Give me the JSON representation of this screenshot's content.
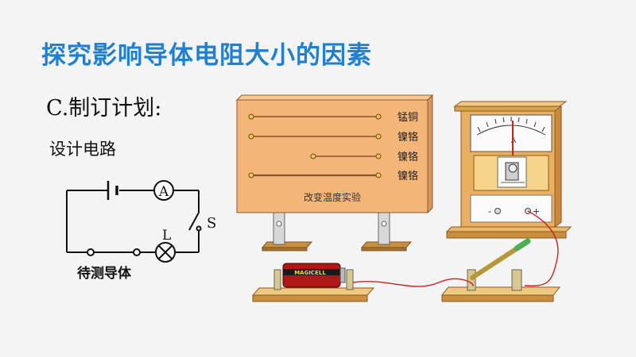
{
  "slide": {
    "title": "探究影响导体电阻大小的因素",
    "section": "C.制订计划:",
    "subheading": "设计电路"
  },
  "circuit": {
    "ammeter_symbol": "A",
    "switch_symbol": "S",
    "lamp_symbol": "L",
    "conductor_label": "待测导体"
  },
  "board": {
    "wires": [
      "锰铜",
      "镍铬",
      "镍铬",
      "镍铬"
    ],
    "caption": "改变温度实验"
  },
  "ammeter_device": {
    "terminal_minus": "-",
    "terminal_plus": "+",
    "scale_symbol": "A"
  },
  "battery": {
    "brand": "MAGICELL"
  },
  "colors": {
    "title": "#1f7fd1",
    "board": "#f4b578",
    "wood": "#d9a24c",
    "wire_red": "#cc2020"
  }
}
